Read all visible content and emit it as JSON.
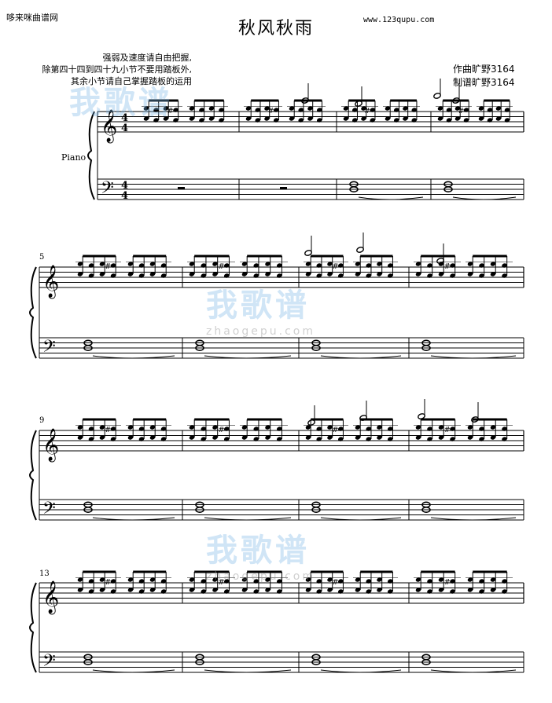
{
  "header": {
    "site": "哆来咪曲谱网",
    "title": "秋风秋雨",
    "url": "www.123qupu.com"
  },
  "instructions": [
    "强弱及速度请自由把握,",
    "除第四十四到四十九小节不要用踏板外,",
    "其余小节请自己掌握踏板的运用"
  ],
  "credits": {
    "composer": "作曲旷野3164",
    "arranger": "制谱旷野3164"
  },
  "instrument": "Piano",
  "measure_numbers": [
    "5",
    "9",
    "13"
  ],
  "time_signature": {
    "top": "4",
    "bottom": "4"
  },
  "watermark": {
    "text": "我歌谱",
    "domain": "zhaogepu.com"
  }
}
